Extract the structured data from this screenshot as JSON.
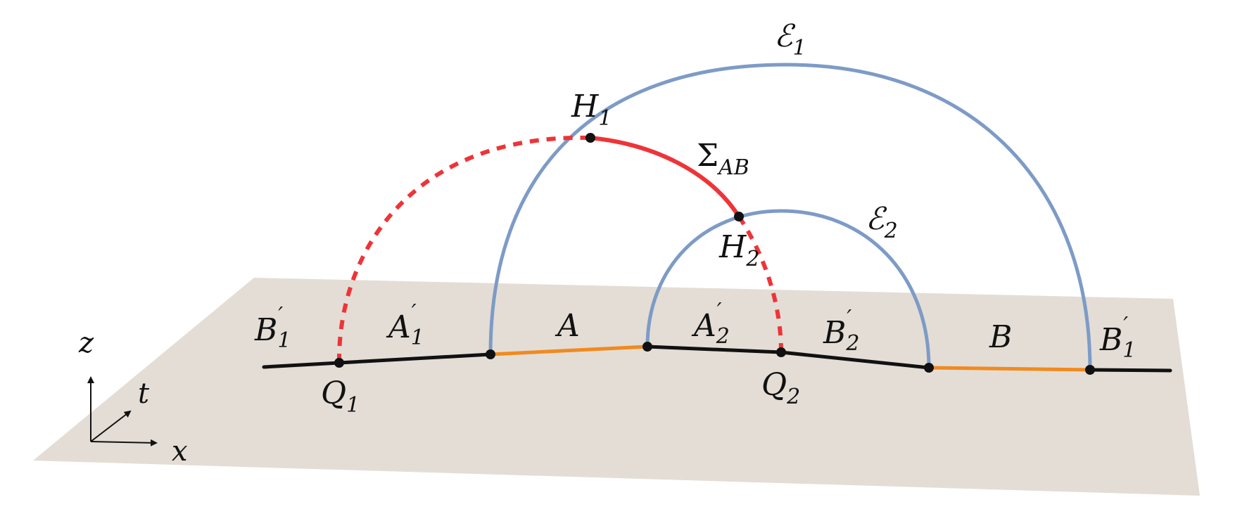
{
  "colors": {
    "plane": "#e3ddd5",
    "black_line": "#111111",
    "orange_segment": "#f18a1f",
    "blue_arc": "#7d9bc6",
    "red_arc": "#ee3438",
    "point": "#111111"
  },
  "labels": {
    "E1": {
      "base": "ℰ",
      "sub": "1"
    },
    "E2": {
      "base": "ℰ",
      "sub": "2"
    },
    "H1": {
      "base": "H",
      "sub": "1"
    },
    "H2": {
      "base": "H",
      "sub": "2"
    },
    "Sigma": {
      "base": "Σ",
      "sub": "AB"
    },
    "B1p_left": {
      "base": "B",
      "sup": "′",
      "sub": "1"
    },
    "A1p": {
      "base": "A",
      "sup": "′",
      "sub": "1"
    },
    "A": {
      "base": "A"
    },
    "A2p": {
      "base": "A",
      "sup": "′",
      "sub": "2"
    },
    "B2p": {
      "base": "B",
      "sup": "′",
      "sub": "2"
    },
    "B": {
      "base": "B"
    },
    "B1p_right": {
      "base": "B",
      "sup": "′",
      "sub": "1"
    },
    "Q1": {
      "base": "Q",
      "sub": "1"
    },
    "Q2": {
      "base": "Q",
      "sub": "2"
    }
  },
  "axes": {
    "z": "z",
    "t": "t",
    "x": "x"
  }
}
